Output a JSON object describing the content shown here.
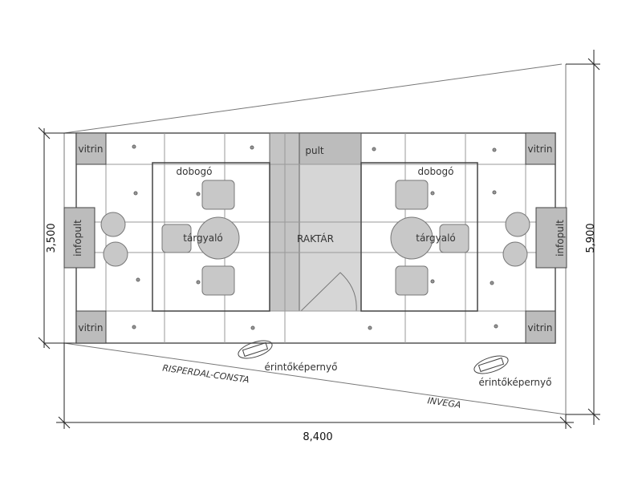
{
  "dimensions": {
    "width": "8,400",
    "left_height": "3,500",
    "right_height": "5,900"
  },
  "labels": {
    "vitrin": "vitrin",
    "pult": "pult",
    "raktar": "RAKTÁR",
    "dobogo": "dobogó",
    "targyalo": "tárgyaló",
    "infopult": "infopult",
    "touchscreen": "érintőképernyő"
  },
  "brands": {
    "left": "RISPERDAL-CONSTA",
    "right": "INVEGA"
  },
  "colors": {
    "fill": "#d4d4d4",
    "dark_fill": "#bdbdbd",
    "line": "#555555"
  }
}
